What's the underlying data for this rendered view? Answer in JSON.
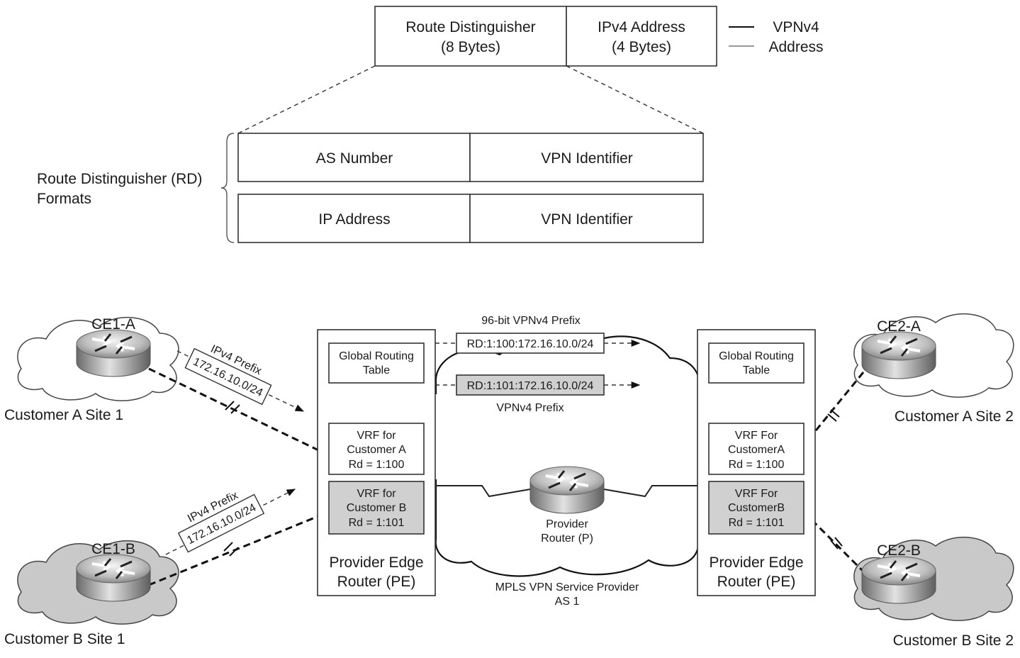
{
  "vpnv4_header": {
    "rd_box": {
      "line1": "Route Distinguisher",
      "line2": "(8 Bytes)"
    },
    "ipv4_box": {
      "line1": "IPv4 Address",
      "line2": "(4 Bytes)"
    },
    "legend": {
      "line1": "VPNv4",
      "line2": "Address"
    }
  },
  "rd_formats": {
    "label": {
      "line1": "Route Distinguisher (RD)",
      "line2": "Formats"
    },
    "row1": {
      "left": "AS Number",
      "right": "VPN Identifier"
    },
    "row2": {
      "left": "IP Address",
      "right": "VPN Identifier"
    }
  },
  "sites": {
    "ce1a": {
      "name": "CE1-A",
      "caption": "Customer A Site 1"
    },
    "ce1b": {
      "name": "CE1-B",
      "caption": "Customer B Site 1"
    },
    "ce2a": {
      "name": "CE2-A",
      "caption": "Customer A Site 2"
    },
    "ce2b": {
      "name": "CE2-B",
      "caption": "Customer B Site 2"
    }
  },
  "ipv4_tags": {
    "a": {
      "label": "IPv4 Prefix",
      "value": "172.16.10.0/24"
    },
    "b": {
      "label": "IPv4 Prefix",
      "value": "172.16.10.0/24"
    }
  },
  "pe_left": {
    "global": {
      "line1": "Global Routing",
      "line2": "Table"
    },
    "vrf_a": {
      "line1": "VRF for",
      "line2": "Customer A",
      "line3": "Rd = 1:100"
    },
    "vrf_b": {
      "line1": "VRF for",
      "line2": "Customer B",
      "line3": "Rd = 1:101"
    },
    "label": {
      "line1": "Provider Edge",
      "line2": "Router (PE)"
    }
  },
  "pe_right": {
    "global": {
      "line1": "Global Routing",
      "line2": "Table"
    },
    "vrf_a": {
      "line1": "VRF For",
      "line2": "CustomerA",
      "line3": "Rd = 1:100"
    },
    "vrf_b": {
      "line1": "VRF For",
      "line2": "CustomerB",
      "line3": "Rd = 1:101"
    },
    "label": {
      "line1": "Provider Edge",
      "line2": "Router (PE)"
    }
  },
  "core": {
    "prefix_96_label": "96-bit VPNv4 Prefix",
    "prefix_a": "RD:1:100:172.16.10.0/24",
    "prefix_b": "RD:1:101:172.16.10.0/24",
    "vpnv4_label": "VPNv4 Prefix",
    "p_router": {
      "line1": "Provider",
      "line2": "Router (P)"
    },
    "provider": {
      "line1": "MPLS VPN Service Provider",
      "line2": "AS 1"
    }
  }
}
